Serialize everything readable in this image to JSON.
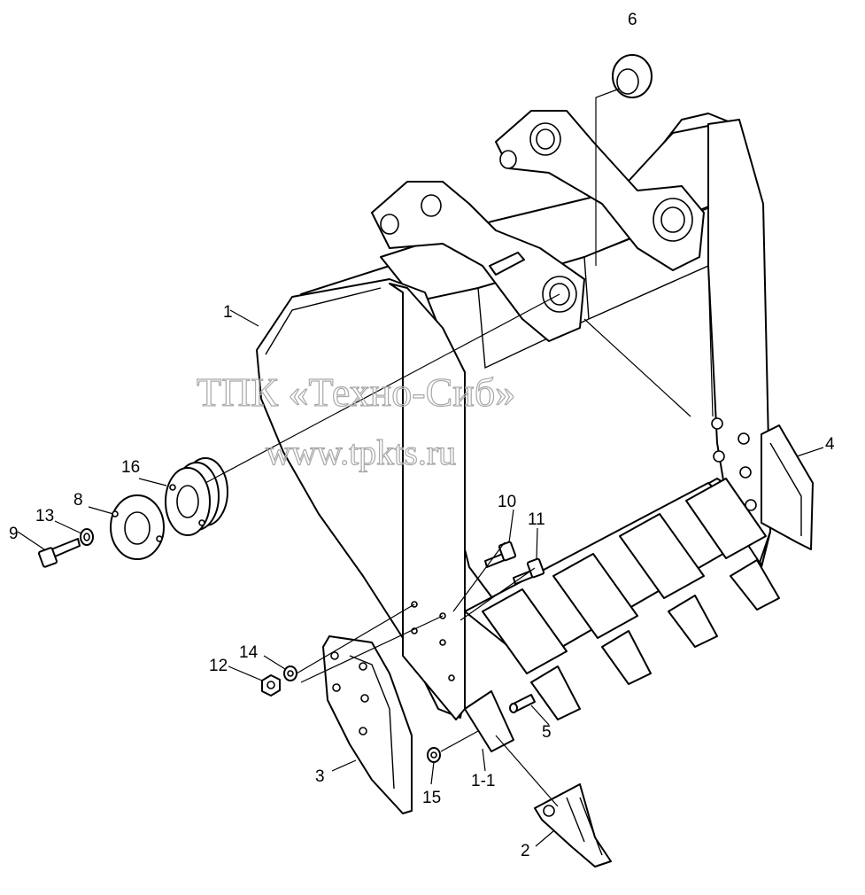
{
  "watermark": {
    "line1": "ТПК «Техно-Сиб»",
    "line2": "www.tpkts.ru"
  },
  "callouts": {
    "p1": "1",
    "p1_1": "1-1",
    "p2": "2",
    "p3": "3",
    "p4": "4",
    "p5": "5",
    "p6": "6",
    "p8": "8",
    "p9": "9",
    "p10": "10",
    "p11": "11",
    "p12": "12",
    "p13": "13",
    "p14": "14",
    "p15": "15",
    "p16": "16"
  }
}
